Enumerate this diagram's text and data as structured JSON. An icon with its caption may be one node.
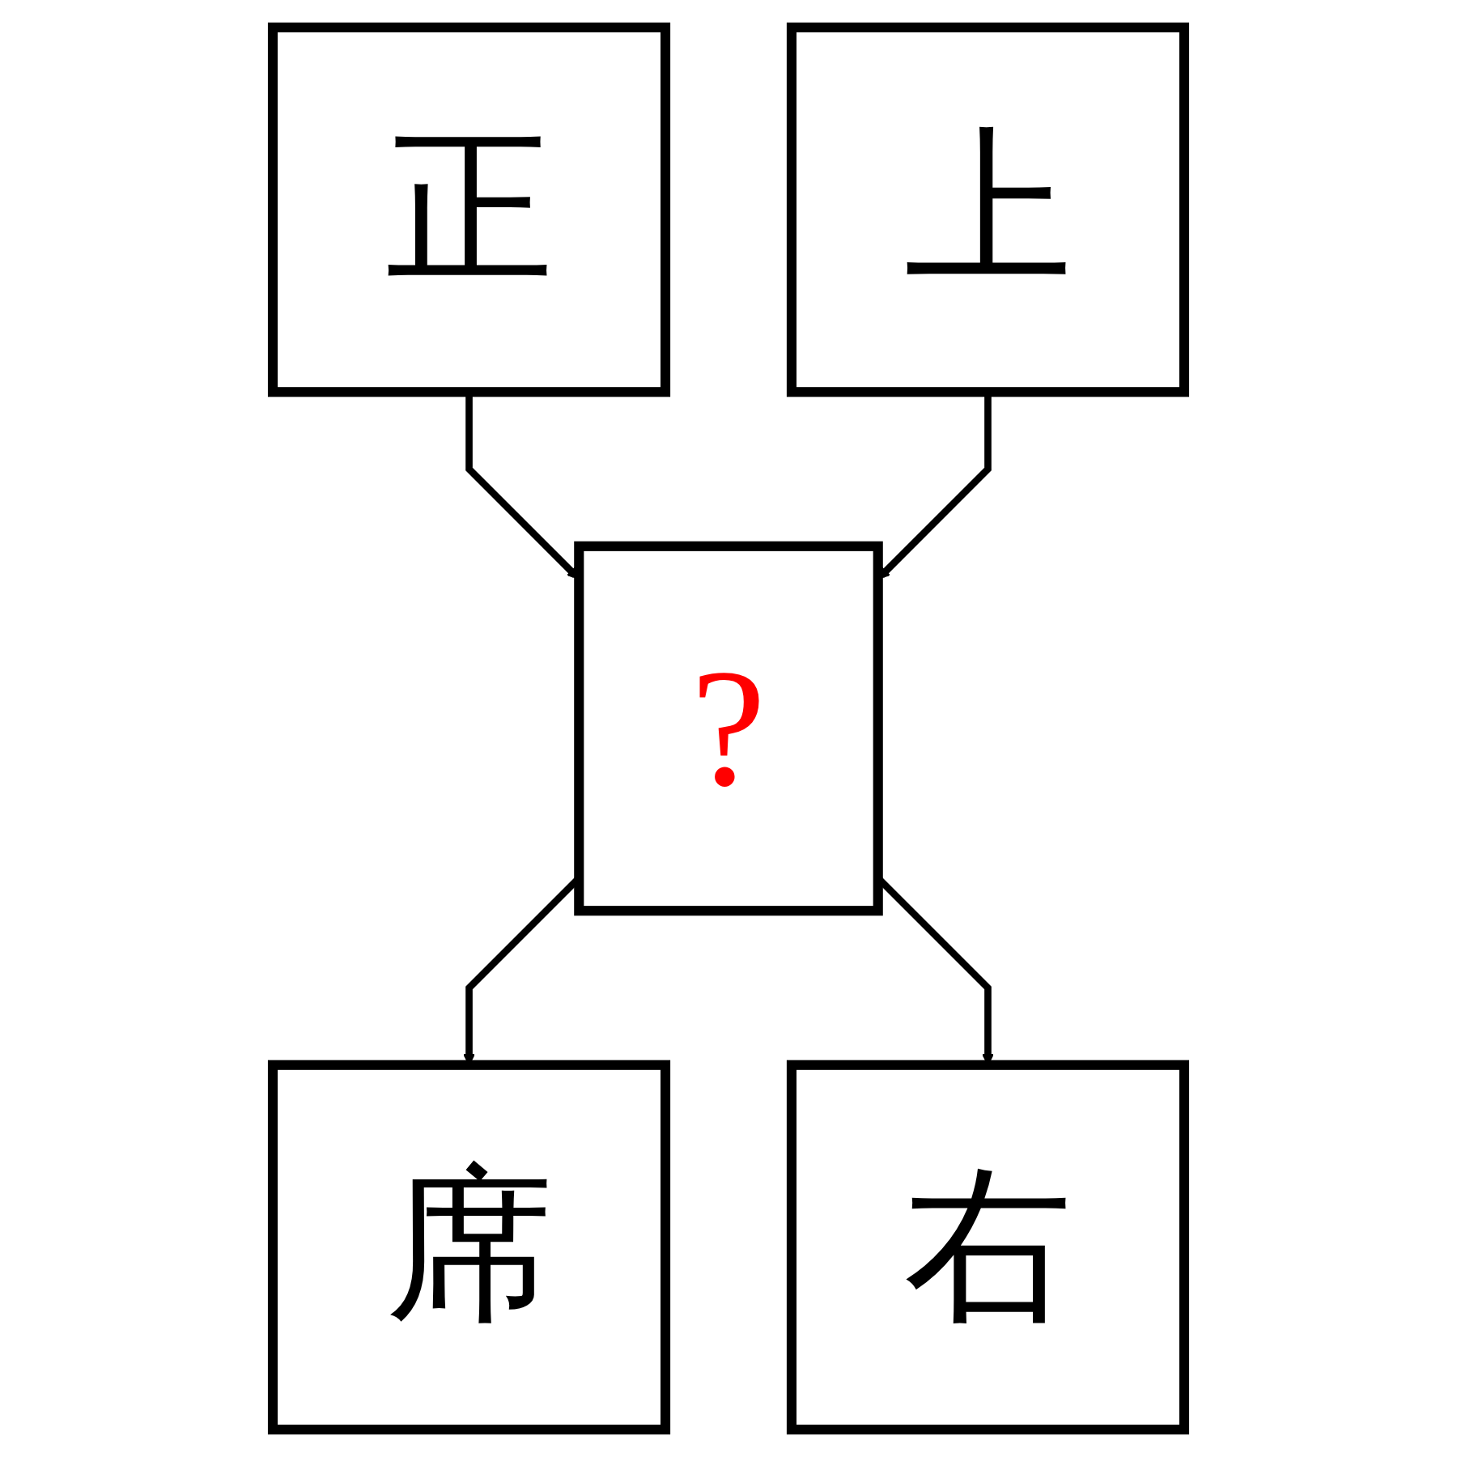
{
  "diagram": {
    "nodes": [
      {
        "text": [
          "正"
        ]
      },
      {
        "text": [
          "上"
        ]
      },
      {
        "text": [
          "?"
        ]
      },
      {
        "text": [
          "席"
        ]
      },
      {
        "text": [
          "右"
        ]
      }
    ],
    "edges": [
      {
        "from": 0,
        "to": 2,
        "arrow": "to"
      },
      {
        "from": 1,
        "to": 2,
        "arrow": "to"
      },
      {
        "from": 2,
        "to": 3,
        "arrow": "to"
      },
      {
        "from": 2,
        "to": 4,
        "arrow": "to"
      }
    ]
  }
}
